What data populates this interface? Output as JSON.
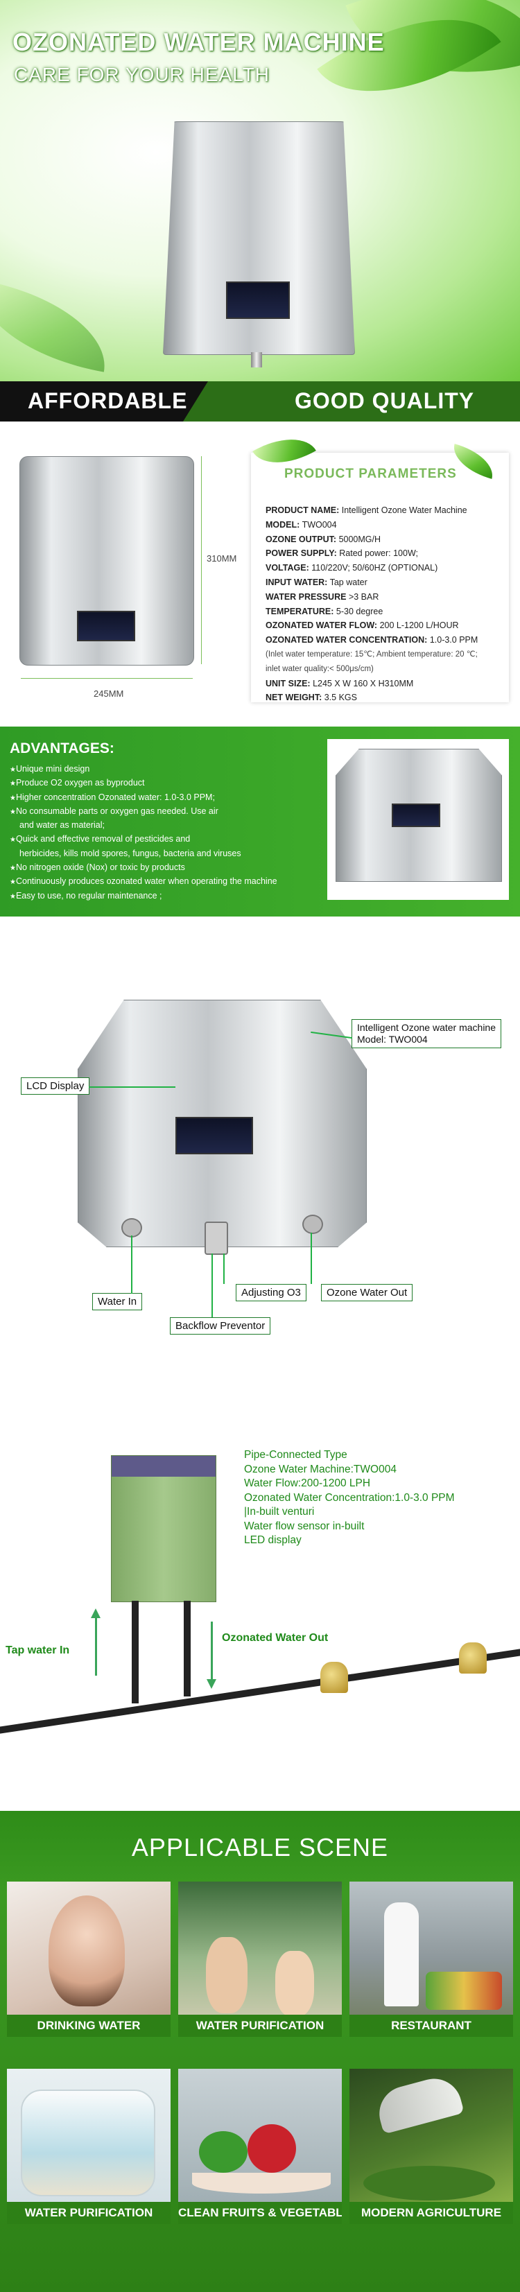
{
  "hero": {
    "title": "OZONATED WATER MACHINE",
    "subtitle": "CARE FOR YOUR HEALTH"
  },
  "banner": {
    "left": "AFFORDABLE",
    "right": "GOOD QUALITY"
  },
  "parameters": {
    "title": "PRODUCT PARAMETERS",
    "height_label": "310MM",
    "width_label": "245MM",
    "rows": [
      {
        "label": "PRODUCT NAME:",
        "value": "Intelligent Ozone Water Machine"
      },
      {
        "label": "MODEL:",
        "value": "TWO004"
      },
      {
        "label": "OZONE OUTPUT:",
        "value": "5000MG/H"
      },
      {
        "label": "POWER SUPPLY:",
        "value": "Rated power: 100W;"
      },
      {
        "label": "VOLTAGE:",
        "value": "110/220V; 50/60HZ (OPTIONAL)"
      },
      {
        "label": "INPUT WATER:",
        "value": "Tap water"
      },
      {
        "label": "WATER PRESSURE",
        "value": ">3 BAR"
      },
      {
        "label": "TEMPERATURE:",
        "value": "5-30 degree"
      },
      {
        "label": "OZONATED WATER FLOW:",
        "value": "200 L-1200 L/HOUR"
      },
      {
        "label": "OZONATED WATER CONCENTRATION:",
        "value": "1.0-3.0 PPM"
      },
      {
        "label": "",
        "value": "(Inlet water temperature: 15℃; Ambient temperature: 20 ℃;"
      },
      {
        "label": "",
        "value": "inlet water quality:< 500μs/cm)"
      },
      {
        "label": "UNIT SIZE:",
        "value": "L245 X W 160 X H310MM"
      },
      {
        "label": "NET WEIGHT:",
        "value": "3.5 KGS"
      }
    ]
  },
  "advantages": {
    "title": "ADVANTAGES:",
    "items": [
      "Unique mini design",
      "Produce O2 oxygen as byproduct",
      "Higher concentration Ozonated water: 1.0-3.0 PPM;",
      "No consumable parts or oxygen gas needed. Use air",
      "and water as material;",
      "Quick and effective removal of pesticides and",
      "herbicides, kills mold spores, fungus, bacteria and viruses",
      "No nitrogen oxide (Nox) or toxic by products",
      "Continuously produces ozonated water when operating the machine",
      "Easy to use, no regular maintenance ;"
    ]
  },
  "diagram": {
    "machine_name": "Intelligent Ozone water machine",
    "model": "Model:  TWO004",
    "lcd": "LCD Display",
    "water_in": "Water In",
    "backflow": "Backflow Preventor",
    "adjusting": "Adjusting O3",
    "water_out": "Ozone Water Out"
  },
  "pipe": {
    "lines": [
      "Pipe-Connected Type",
      "Ozone Water Machine:TWO004",
      "Water Flow:200-1200 LPH",
      "Ozonated Water Concentration:1.0-3.0 PPM",
      "|In-built venturi",
      "Water flow sensor in-built",
      "LED display"
    ],
    "tap_in": "Tap water In",
    "out": "Ozonated Water Out"
  },
  "applicable": {
    "title": "APPLICABLE SCENE",
    "tiles": [
      "DRINKING WATER",
      "WATER PURIFICATION",
      "RESTAURANT",
      "WATER PURIFICATION",
      "CLEAN FRUITS & VEGETABLE",
      "MODERN AGRICULTURE"
    ]
  }
}
